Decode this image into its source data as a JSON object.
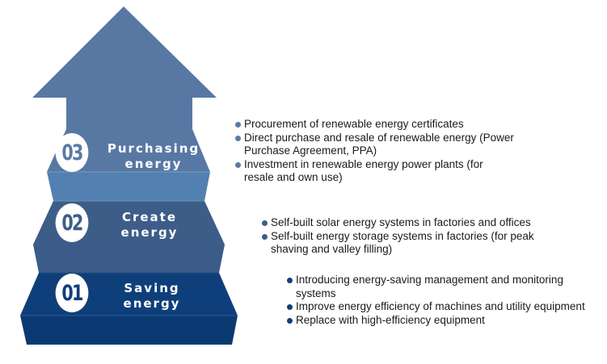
{
  "colors": {
    "arrow": "#5878a4",
    "tier3_top": "#5a7aa5",
    "tier3_front": "#5280b0",
    "tier2_top": "#3d5d89",
    "tier2_front": "#3b5b88",
    "tier1_top": "#0f3f7b",
    "tier1_front": "#0b3a73",
    "bullet3": "#5a7aa5",
    "bullet2": "#3d5d89",
    "bullet1": "#0f3f7b"
  },
  "tiers": [
    {
      "number": "03",
      "label_line1": "Purchasing",
      "label_line2": "energy"
    },
    {
      "number": "02",
      "label_line1": "Create",
      "label_line2": "energy"
    },
    {
      "number": "01",
      "label_line1": "Saving",
      "label_line2": "energy"
    }
  ],
  "groups": {
    "purchasing": [
      "Procurement of renewable energy certificates",
      "Direct purchase and resale of renewable energy (Power Purchase Agreement, PPA)",
      "Investment in renewable energy power plants (for resale and own use)"
    ],
    "create": [
      "Self-built solar energy systems in factories and offices",
      "Self-built energy storage systems in factories (for peak shaving and valley filling)"
    ],
    "saving": [
      "Introducing energy-saving management and monitoring systems",
      "Improve energy efficiency of machines and utility equipment",
      "Replace with high-efficiency equipment"
    ]
  }
}
